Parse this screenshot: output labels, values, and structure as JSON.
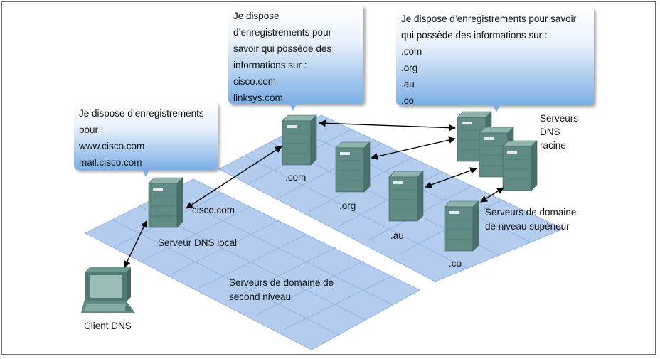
{
  "bubbles": {
    "local": {
      "lines": [
        "Je dispose d’enregistrements",
        "pour :",
        "www.cisco.com",
        "mail.cisco.com"
      ]
    },
    "com": {
      "lines": [
        "Je dispose",
        "d’enregistrements pour",
        "savoir qui possède des",
        "informations sur :",
        "cisco.com",
        "linksys.com"
      ]
    },
    "root": {
      "lines": [
        "Je dispose d’enregistrements pour savoir",
        "qui possède des informations sur :",
        ".com",
        ".org",
        ".au",
        ".co"
      ]
    }
  },
  "labels": {
    "cisco": "cisco.com",
    "local_server": "Serveur DNS local",
    "second_level": [
      "Serveurs de domaine de",
      "second niveau"
    ],
    "client": "Client DNS",
    "com": ".com",
    "org": ".org",
    "au": ".au",
    "co": ".co",
    "top_level": [
      "Serveurs de domaine",
      "de niveau supérieur"
    ],
    "root": [
      "Serveurs",
      "DNS",
      "racine"
    ]
  },
  "colors": {
    "plane_fill": "#b4cdee",
    "plane_grid": "#8fb3e2",
    "server_front": "#5f8b84",
    "server_side": "#4a716b",
    "server_top": "#8fb2ad",
    "bubble_bottom": "#7aaee6"
  }
}
